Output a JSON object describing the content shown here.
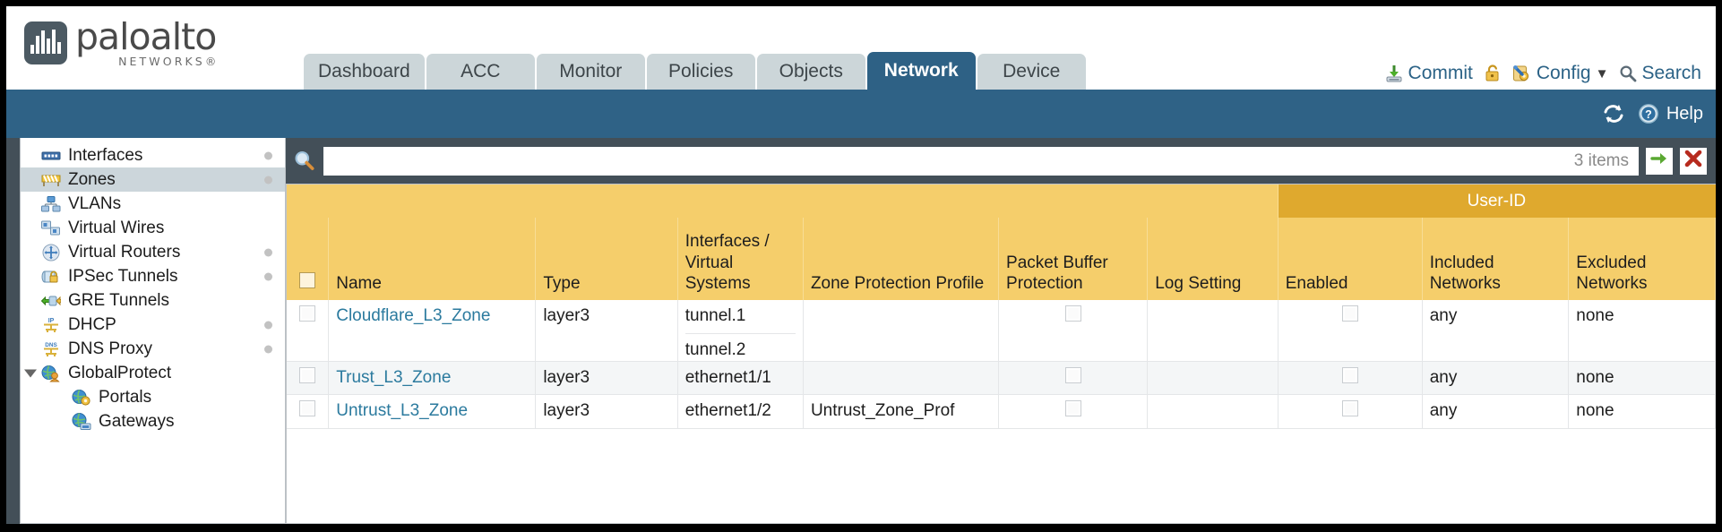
{
  "brand": {
    "name": "paloalto",
    "tagline": "NETWORKS",
    "registered": "®",
    "logo_icon": "paloalto-waveform-logo"
  },
  "nav": {
    "tabs": [
      {
        "label": "Dashboard",
        "active": false
      },
      {
        "label": "ACC",
        "active": false
      },
      {
        "label": "Monitor",
        "active": false
      },
      {
        "label": "Policies",
        "active": false
      },
      {
        "label": "Objects",
        "active": false
      },
      {
        "label": "Network",
        "active": true
      },
      {
        "label": "Device",
        "active": false
      }
    ]
  },
  "top_actions": {
    "commit": "Commit",
    "commit_icon": "commit-download-icon",
    "lock_icon": "padlock-icon",
    "config": "Config",
    "config_icon": "config-wrench-icon",
    "config_caret": "▼",
    "search": "Search",
    "search_icon": "magnifier-icon"
  },
  "bluebar": {
    "refresh_icon": "refresh-icon",
    "help": "Help",
    "help_icon": "help-question-icon"
  },
  "sidebar": {
    "items": [
      {
        "label": "Interfaces",
        "icon": "interfaces-icon",
        "dot": true,
        "selected": false,
        "child": false,
        "caret": false
      },
      {
        "label": "Zones",
        "icon": "zones-icon",
        "dot": true,
        "selected": true,
        "child": false,
        "caret": false
      },
      {
        "label": "VLANs",
        "icon": "vlans-icon",
        "dot": false,
        "selected": false,
        "child": false,
        "caret": false
      },
      {
        "label": "Virtual Wires",
        "icon": "virtual-wires-icon",
        "dot": false,
        "selected": false,
        "child": false,
        "caret": false
      },
      {
        "label": "Virtual Routers",
        "icon": "virtual-routers-icon",
        "dot": true,
        "selected": false,
        "child": false,
        "caret": false
      },
      {
        "label": "IPSec Tunnels",
        "icon": "ipsec-tunnels-icon",
        "dot": true,
        "selected": false,
        "child": false,
        "caret": false
      },
      {
        "label": "GRE Tunnels",
        "icon": "gre-tunnels-icon",
        "dot": false,
        "selected": false,
        "child": false,
        "caret": false
      },
      {
        "label": "DHCP",
        "icon": "dhcp-icon",
        "dot": true,
        "selected": false,
        "child": false,
        "caret": false
      },
      {
        "label": "DNS Proxy",
        "icon": "dns-proxy-icon",
        "dot": true,
        "selected": false,
        "child": false,
        "caret": false
      },
      {
        "label": "GlobalProtect",
        "icon": "globalprotect-icon",
        "dot": false,
        "selected": false,
        "child": false,
        "caret": true
      },
      {
        "label": "Portals",
        "icon": "portals-icon",
        "dot": false,
        "selected": false,
        "child": true,
        "caret": false
      },
      {
        "label": "Gateways",
        "icon": "gateways-icon",
        "dot": false,
        "selected": false,
        "child": true,
        "caret": false
      }
    ]
  },
  "filterbar": {
    "search_icon": "magnifier-icon",
    "search_value": "",
    "search_placeholder": "",
    "items_count": "3 items",
    "apply_icon": "green-arrow-apply-icon",
    "clear_icon": "red-x-clear-icon"
  },
  "table": {
    "group_header": "User-ID",
    "columns": {
      "name": "Name",
      "type": "Type",
      "interfaces": "Interfaces / Virtual Systems",
      "zone_protection": "Zone Protection Profile",
      "packet_buffer": "Packet Buffer Protection",
      "log_setting": "Log Setting",
      "enabled": "Enabled",
      "included_networks": "Included Networks",
      "excluded_networks": "Excluded Networks"
    },
    "rows": [
      {
        "selected": false,
        "name": "Cloudflare_L3_Zone",
        "type": "layer3",
        "interfaces": [
          "tunnel.1",
          "tunnel.2"
        ],
        "zone_protection": "",
        "packet_buffer_checked": false,
        "log_setting": "",
        "userid_enabled": false,
        "included_networks": "any",
        "excluded_networks": "none"
      },
      {
        "selected": false,
        "name": "Trust_L3_Zone",
        "type": "layer3",
        "interfaces": [
          "ethernet1/1"
        ],
        "zone_protection": "",
        "packet_buffer_checked": false,
        "log_setting": "",
        "userid_enabled": false,
        "included_networks": "any",
        "excluded_networks": "none"
      },
      {
        "selected": false,
        "name": "Untrust_L3_Zone",
        "type": "layer3",
        "interfaces": [
          "ethernet1/2"
        ],
        "zone_protection": "Untrust_Zone_Prof",
        "packet_buffer_checked": false,
        "log_setting": "",
        "userid_enabled": false,
        "included_networks": "any",
        "excluded_networks": "none"
      }
    ]
  },
  "colors": {
    "brand_blue": "#2f6286",
    "dark_slate": "#434f58",
    "table_header_gold": "#f5ce6b",
    "group_header_gold": "#dfa92e",
    "link_blue": "#2b7a9e",
    "tab_inactive": "#ccd6d9"
  }
}
